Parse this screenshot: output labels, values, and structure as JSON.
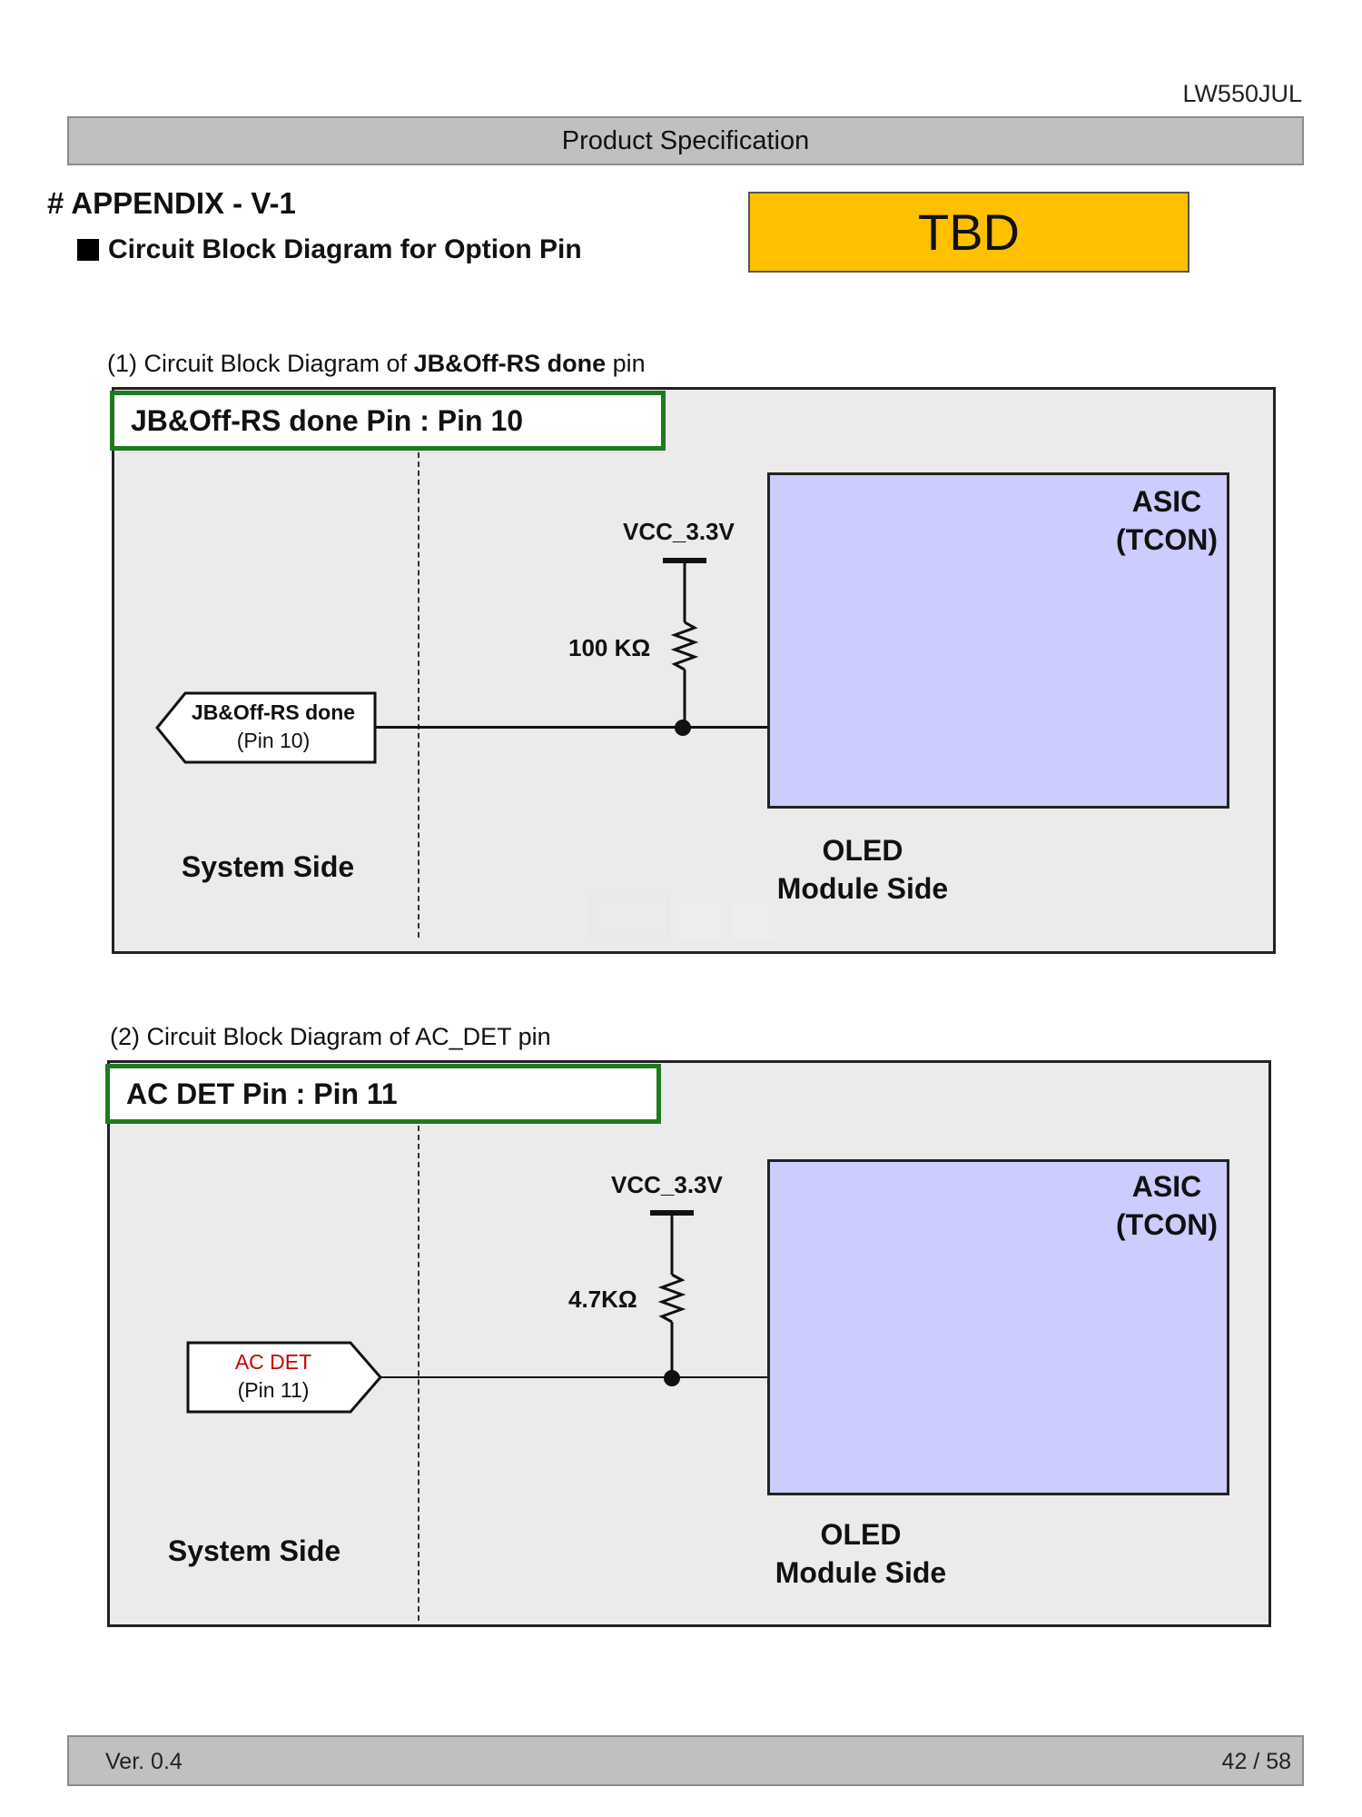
{
  "header": {
    "model_code": "LW550JUL",
    "title": "Product Specification"
  },
  "appendix_title": "# APPENDIX - V-1",
  "section_title": "Circuit Block Diagram  for Option Pin",
  "status_box": {
    "label": "TBD",
    "color": "#ffc000"
  },
  "diagrams": [
    {
      "caption_prefix": "(1) Circuit Block Diagram of ",
      "caption_bold": "JB&Off-RS done",
      "caption_suffix": " pin",
      "pin_header": "JB&Off-RS done Pin : Pin 10",
      "vcc_label": "VCC_3.3V",
      "resistor_label": "100 KΩ",
      "connector_line1": "JB&Off-RS done",
      "connector_line2": "(Pin 10)",
      "connector_direction": "left",
      "asic_line1": "ASIC",
      "asic_line2": "(TCON)",
      "system_side": "System Side",
      "module_side_line1": "OLED",
      "module_side_line2": "Module Side"
    },
    {
      "caption_prefix": "(2) Circuit Block Diagram of  AC_DET pin",
      "pin_header": "AC DET Pin : Pin 11",
      "vcc_label": "VCC_3.3V",
      "resistor_label": "4.7KΩ",
      "connector_line1": "AC DET",
      "connector_line1_color": "#cc0000",
      "connector_line2": "(Pin 11)",
      "connector_direction": "right",
      "asic_line1": "ASIC",
      "asic_line2": "(TCON)",
      "system_side": "System Side",
      "module_side_line1": "OLED",
      "module_side_line2": "Module Side"
    }
  ],
  "colors": {
    "panel_bg": "#ebebeb",
    "asic_fill": "#ccccff",
    "pin_header_border": "#1f7a1f"
  },
  "footer": {
    "version": "Ver. 0.4",
    "page": "42 / 58"
  }
}
